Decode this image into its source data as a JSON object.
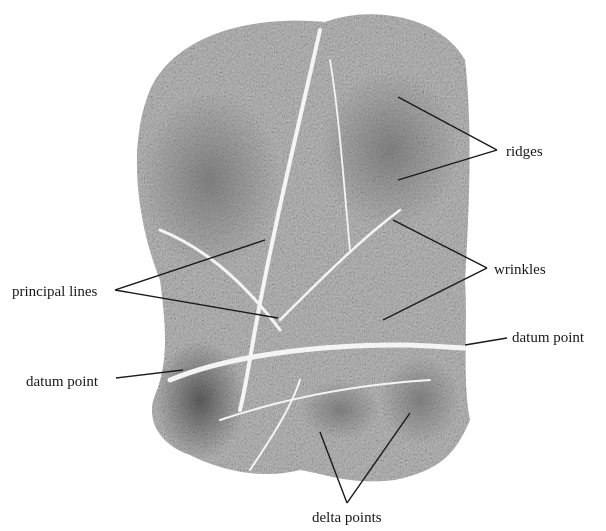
{
  "diagram": {
    "labels": {
      "ridges": "ridges",
      "wrinkles": "wrinkles",
      "principal_lines": "principal lines",
      "datum_point_right": "datum point",
      "datum_point_left": "datum point",
      "delta_points": "delta points"
    },
    "colors": {
      "background": "#ffffff",
      "palm_light": "#d2d2d2",
      "palm_mid": "#a9a9a9",
      "palm_dark": "#5e5e5e",
      "crease": "#f4f4f4",
      "text": "#1a1a1a",
      "leader_line": "#1a1a1a"
    }
  }
}
